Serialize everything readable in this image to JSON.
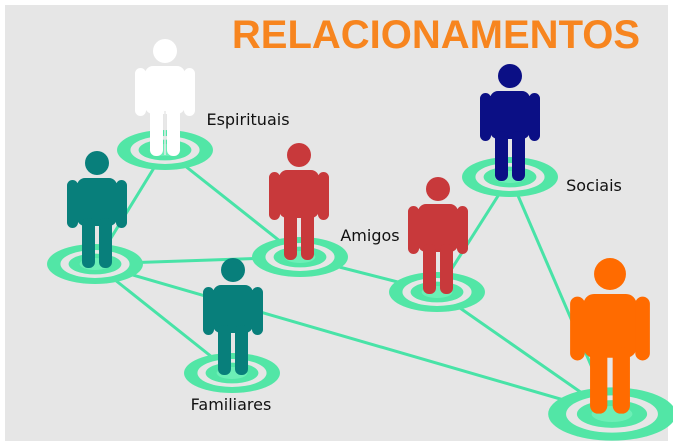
{
  "title": "RELACIONAMENTOS",
  "labels": {
    "espirituais": "Espirituais",
    "sociais": "Sociais",
    "amigos": "Amigos",
    "familiares": "Familiares"
  },
  "colors": {
    "background": "#e6e6e6",
    "title": "#f7851f",
    "ring": "#52e6a6",
    "link": "#48e3a7",
    "spiritual": "#ffffff",
    "family": "#087f7b",
    "friend": "#c8393b",
    "social": "#0b0f85",
    "self": "#ff6b00",
    "label": "#111111"
  },
  "nodes": [
    {
      "id": "espirituais",
      "group": "spiritual",
      "icon": "person-icon"
    },
    {
      "id": "familia-esquerda",
      "group": "family",
      "icon": "person-icon"
    },
    {
      "id": "familiares",
      "group": "family",
      "icon": "person-icon"
    },
    {
      "id": "amigo-1",
      "group": "friend",
      "icon": "person-icon"
    },
    {
      "id": "amigo-2",
      "group": "friend",
      "icon": "person-icon"
    },
    {
      "id": "sociais",
      "group": "social",
      "icon": "person-icon"
    },
    {
      "id": "voce",
      "group": "self",
      "icon": "person-icon"
    }
  ],
  "links": [
    [
      "espirituais",
      "familia-esquerda"
    ],
    [
      "espirituais",
      "amigo-1"
    ],
    [
      "familia-esquerda",
      "familiares"
    ],
    [
      "familia-esquerda",
      "amigo-1"
    ],
    [
      "familia-esquerda",
      "voce"
    ],
    [
      "amigo-1",
      "amigo-2"
    ],
    [
      "amigo-2",
      "sociais"
    ],
    [
      "amigo-2",
      "voce"
    ],
    [
      "sociais",
      "voce"
    ]
  ]
}
